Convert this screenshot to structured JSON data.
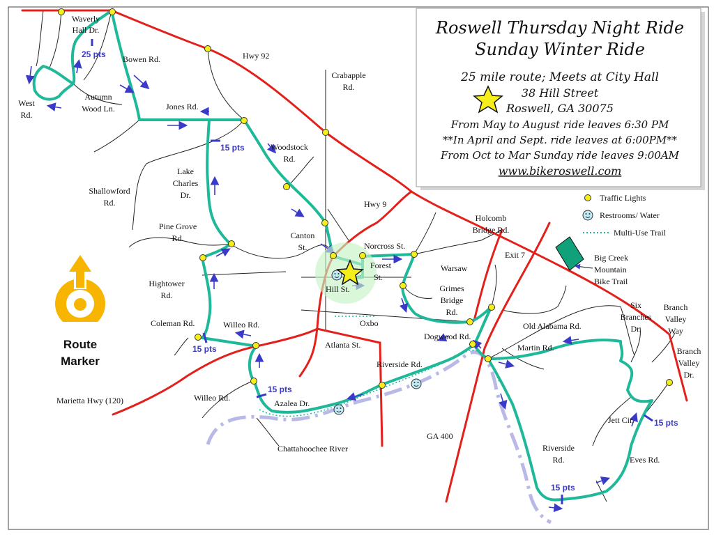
{
  "title": {
    "line1": "Roswell Thursday Night Ride",
    "line2": "Sunday Winter Ride",
    "route": "25 mile route; Meets at City Hall",
    "street": "38 Hill Street",
    "city": "Roswell, GA 30075",
    "may_aug": "From May to August ride leaves 6:30 PM",
    "apr_sep": "**In April and Sept. ride leaves at 6:00PM**",
    "oct_mar": "From Oct to Mar Sunday ride leaves 9:00AM",
    "website": "www.bikeroswell.com"
  },
  "legend": {
    "traffic": "Traffic Lights",
    "restrooms": "Restrooms/ Water",
    "trail": "Multi-Use Trail"
  },
  "marker": {
    "line1": "Route",
    "line2": "Marker"
  },
  "points": {
    "p25": "25 pts",
    "p15a": "15 pts",
    "p15b": "15 pts",
    "p15c": "15 pts",
    "p15d": "15 pts",
    "p15e": "15 pts"
  },
  "labels": {
    "waverly1": "Waverly",
    "waverly2": "Hall Dr.",
    "bowen": "Bowen Rd.",
    "hwy92": "Hwy 92",
    "crab1": "Crabapple",
    "crab2": "Rd.",
    "autumn1": "Autumn",
    "autumn2": "Wood Ln.",
    "west1": "West",
    "west2": "Rd.",
    "jones": "Jones Rd.",
    "woodstock1": "Woodstock",
    "woodstock2": "Rd.",
    "lake1": "Lake",
    "lake2": "Charles",
    "lake3": "Dr.",
    "shallow1": "Shallowford",
    "shallow2": "Rd.",
    "hwy9": "Hwy 9",
    "holcomb1": "Holcomb",
    "holcomb2": "Bridge Rd.",
    "pine1": "Pine Grove",
    "pine2": "Rd.",
    "canton1": "Canton",
    "canton2": "St.",
    "norcross": "Norcross St.",
    "exit7": "Exit 7",
    "bigcreek1": "Big Creek",
    "bigcreek2": "Mountain",
    "bigcreek3": "Bike Trail",
    "forest1": "Forest",
    "forest2": "St.",
    "warsaw": "Warsaw",
    "hightower1": "Hightower",
    "hightower2": "Rd.",
    "hillst": "Hill St.",
    "grimes1": "Grimes",
    "grimes2": "Bridge",
    "grimes3": "Rd.",
    "sixb1": "Six",
    "sixb2": "Branches",
    "sixb3": "Dr.",
    "bvw1": "Branch",
    "bvw2": "Valley",
    "bvw3": "Way",
    "coleman": "Coleman Rd.",
    "willeo": "Willeo Rd.",
    "oxbo": "Oxbo",
    "oldalabama": "Old Alabama Rd.",
    "dogwood": "Dogwood Rd.",
    "atlanta": "Atlanta St.",
    "martin": "Martin Rd.",
    "bvd1": "Branch",
    "bvd2": "Valley",
    "bvd3": "Dr.",
    "riverside1": "Riverside Rd.",
    "willeo2": "Willeo Rd.",
    "marietta": "Marietta Hwy (120)",
    "azalea": "Azalea Dr.",
    "jett": "Jett Cir.",
    "ga400": "GA 400",
    "chatt": "Chattahoochee River",
    "riverside2a": "Riverside",
    "riverside2b": "Rd.",
    "eves": "Eves Rd."
  },
  "colors": {
    "route": "#1fb99a",
    "highway": "#e3201b",
    "road": "#222222",
    "river": "#b9b9e8",
    "arrow": "#3a3ac8",
    "light": "#f5ee1a",
    "marker": "#f7b500",
    "trail": "#1fb99a"
  }
}
